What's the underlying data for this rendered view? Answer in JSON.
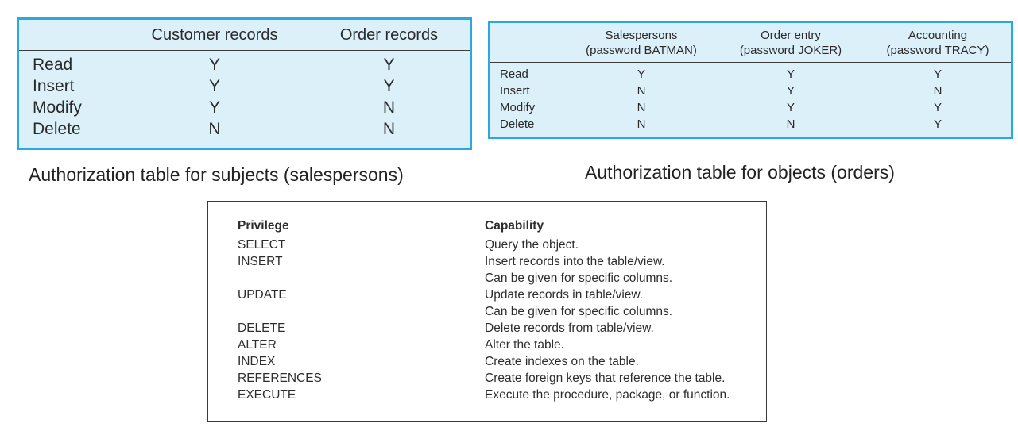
{
  "subjects_table": {
    "columns": [
      "",
      "Customer records",
      "Order records"
    ],
    "rows": [
      {
        "label": "Read",
        "values": [
          "Y",
          "Y"
        ]
      },
      {
        "label": "Insert",
        "values": [
          "Y",
          "Y"
        ]
      },
      {
        "label": "Modify",
        "values": [
          "Y",
          "N"
        ]
      },
      {
        "label": "Delete",
        "values": [
          "N",
          "N"
        ]
      }
    ],
    "caption": "Authorization table for subjects (salespersons)"
  },
  "objects_table": {
    "columns": [
      {
        "name": "Salespersons",
        "sub": "(password BATMAN)"
      },
      {
        "name": "Order entry",
        "sub": "(password JOKER)"
      },
      {
        "name": "Accounting",
        "sub": "(password TRACY)"
      }
    ],
    "rows": [
      {
        "label": "Read",
        "values": [
          "Y",
          "Y",
          "Y"
        ]
      },
      {
        "label": "Insert",
        "values": [
          "N",
          "Y",
          "N"
        ]
      },
      {
        "label": "Modify",
        "values": [
          "N",
          "Y",
          "Y"
        ]
      },
      {
        "label": "Delete",
        "values": [
          "N",
          "N",
          "Y"
        ]
      }
    ],
    "caption": "Authorization table for objects (orders)"
  },
  "privileges_table": {
    "headers": {
      "privilege": "Privilege",
      "capability": "Capability"
    },
    "rows": [
      {
        "privilege": "SELECT",
        "capability": [
          "Query the object."
        ]
      },
      {
        "privilege": "INSERT",
        "capability": [
          "Insert records into the table/view.",
          "Can be given for specific columns."
        ]
      },
      {
        "privilege": "UPDATE",
        "capability": [
          "Update records in table/view.",
          "Can be given for specific columns."
        ]
      },
      {
        "privilege": "DELETE",
        "capability": [
          "Delete records from table/view."
        ]
      },
      {
        "privilege": "ALTER",
        "capability": [
          "Alter the table."
        ]
      },
      {
        "privilege": "INDEX",
        "capability": [
          "Create indexes on the table."
        ]
      },
      {
        "privilege": "REFERENCES",
        "capability": [
          "Create foreign keys that reference the table."
        ]
      },
      {
        "privilege": "EXECUTE",
        "capability": [
          "Execute the procedure, package, or function."
        ]
      }
    ]
  },
  "colors": {
    "table_fill": "#dcf0fa",
    "table_border": "#29a9e0"
  }
}
